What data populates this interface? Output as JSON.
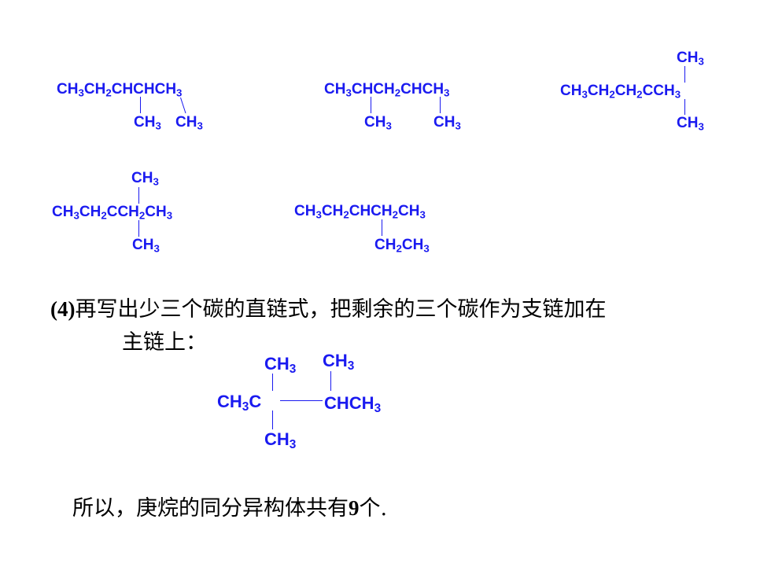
{
  "structures": {
    "s1": {
      "main": "CH3CH2CHCHCH3",
      "branch_a": "CH3",
      "branch_b": "CH3"
    },
    "s2": {
      "main": "CH3CHCH2CHCH3",
      "branch_a": "CH3",
      "branch_b": "CH3"
    },
    "s3": {
      "top": "CH3",
      "main": "CH3CH2CH2CCH3",
      "bottom": "CH3"
    },
    "s4": {
      "top": "CH3",
      "main": "CH3CH2CCH2CH3",
      "bottom": "CH3"
    },
    "s5": {
      "main": "CH3CH2CHCH2CH3",
      "branch": "CH2CH3"
    },
    "s6": {
      "top_left": "CH3",
      "top_right": "CH3",
      "main_left": "CH3C",
      "main_right": "CHCH3",
      "bottom": "CH3"
    }
  },
  "text": {
    "step_number": "(4)",
    "step_line1": "再写出少三个碳的直链式，把剩余的三个碳作为支链加在",
    "step_line2": "主链上：",
    "conclusion_prefix": "所以，庚烷的同分异构体共有",
    "conclusion_count": "9",
    "conclusion_suffix": "个."
  }
}
